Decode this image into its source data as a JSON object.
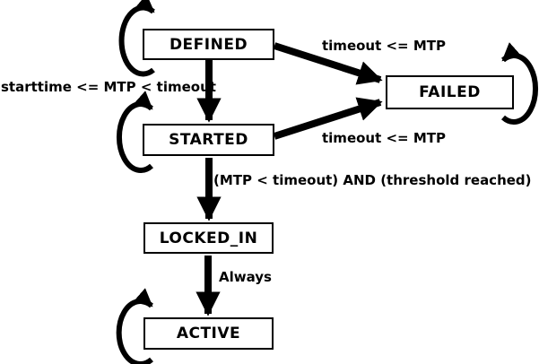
{
  "diagram": {
    "type": "state-machine",
    "background_color": "#ffffff",
    "line_color": "#000000",
    "states": [
      {
        "id": "defined",
        "label": "DEFINED",
        "self_loop": "left"
      },
      {
        "id": "failed",
        "label": "FAILED",
        "self_loop": "right"
      },
      {
        "id": "started",
        "label": "STARTED",
        "self_loop": "left"
      },
      {
        "id": "locked_in",
        "label": "LOCKED_IN",
        "self_loop": null
      },
      {
        "id": "active",
        "label": "ACTIVE",
        "self_loop": "left"
      }
    ],
    "transitions": [
      {
        "from": "DEFINED",
        "to": "FAILED",
        "label": "timeout <= MTP"
      },
      {
        "from": "DEFINED",
        "to": "STARTED",
        "label": "starttime <= MTP < timeout"
      },
      {
        "from": "STARTED",
        "to": "FAILED",
        "label": "timeout <= MTP"
      },
      {
        "from": "STARTED",
        "to": "LOCKED_IN",
        "label": "(MTP < timeout) AND (threshold reached)"
      },
      {
        "from": "LOCKED_IN",
        "to": "ACTIVE",
        "label": "Always"
      }
    ]
  }
}
